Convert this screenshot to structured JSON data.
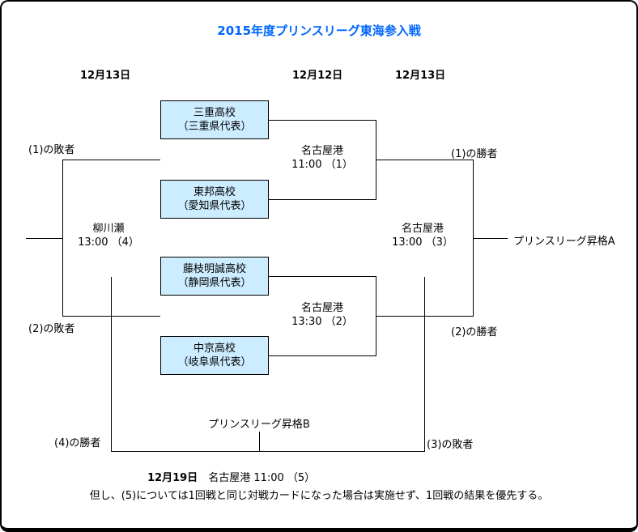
{
  "title": "2015年度プリンスリーグ東海参入戦",
  "column_dates": {
    "left": "12月13日",
    "middle": "12月12日",
    "right": "12月13日"
  },
  "teams": [
    {
      "name": "三重高校",
      "rep": "（三重県代表）"
    },
    {
      "name": "東邦高校",
      "rep": "（愛知県代表）"
    },
    {
      "name": "藤枝明誠高校",
      "rep": "（静岡県代表）"
    },
    {
      "name": "中京高校",
      "rep": "（岐阜県代表）"
    }
  ],
  "matches": {
    "m1": {
      "venue": "名古屋港",
      "time": "11:00 （1）"
    },
    "m2": {
      "venue": "名古屋港",
      "time": "13:30 （2）"
    },
    "m3": {
      "venue": "名古屋港",
      "time": "13:00 （3）"
    },
    "m4": {
      "venue": "柳川瀬",
      "time": "13:00 （4）"
    },
    "m5": {
      "date": "12月19日",
      "venue_time": "　名古屋港 11:00 （5）"
    }
  },
  "labels": {
    "loser1": "(1)の敗者",
    "loser2": "(2)の敗者",
    "loser3": "(3)の敗者",
    "winner1": "(1)の勝者",
    "winner2": "(2)の勝者",
    "winner4": "(4)の勝者",
    "promotion_a": "プリンスリーグ昇格A",
    "promotion_b": "プリンスリーグ昇格B"
  },
  "note": "但し、(5)については1回戦と同じ対戦カードになった場合は実施せず、1回戦の結果を優先する。",
  "colors": {
    "title_blue": "#0066FF",
    "team_box_fill": "#CCECFF",
    "line_black": "#000000"
  }
}
